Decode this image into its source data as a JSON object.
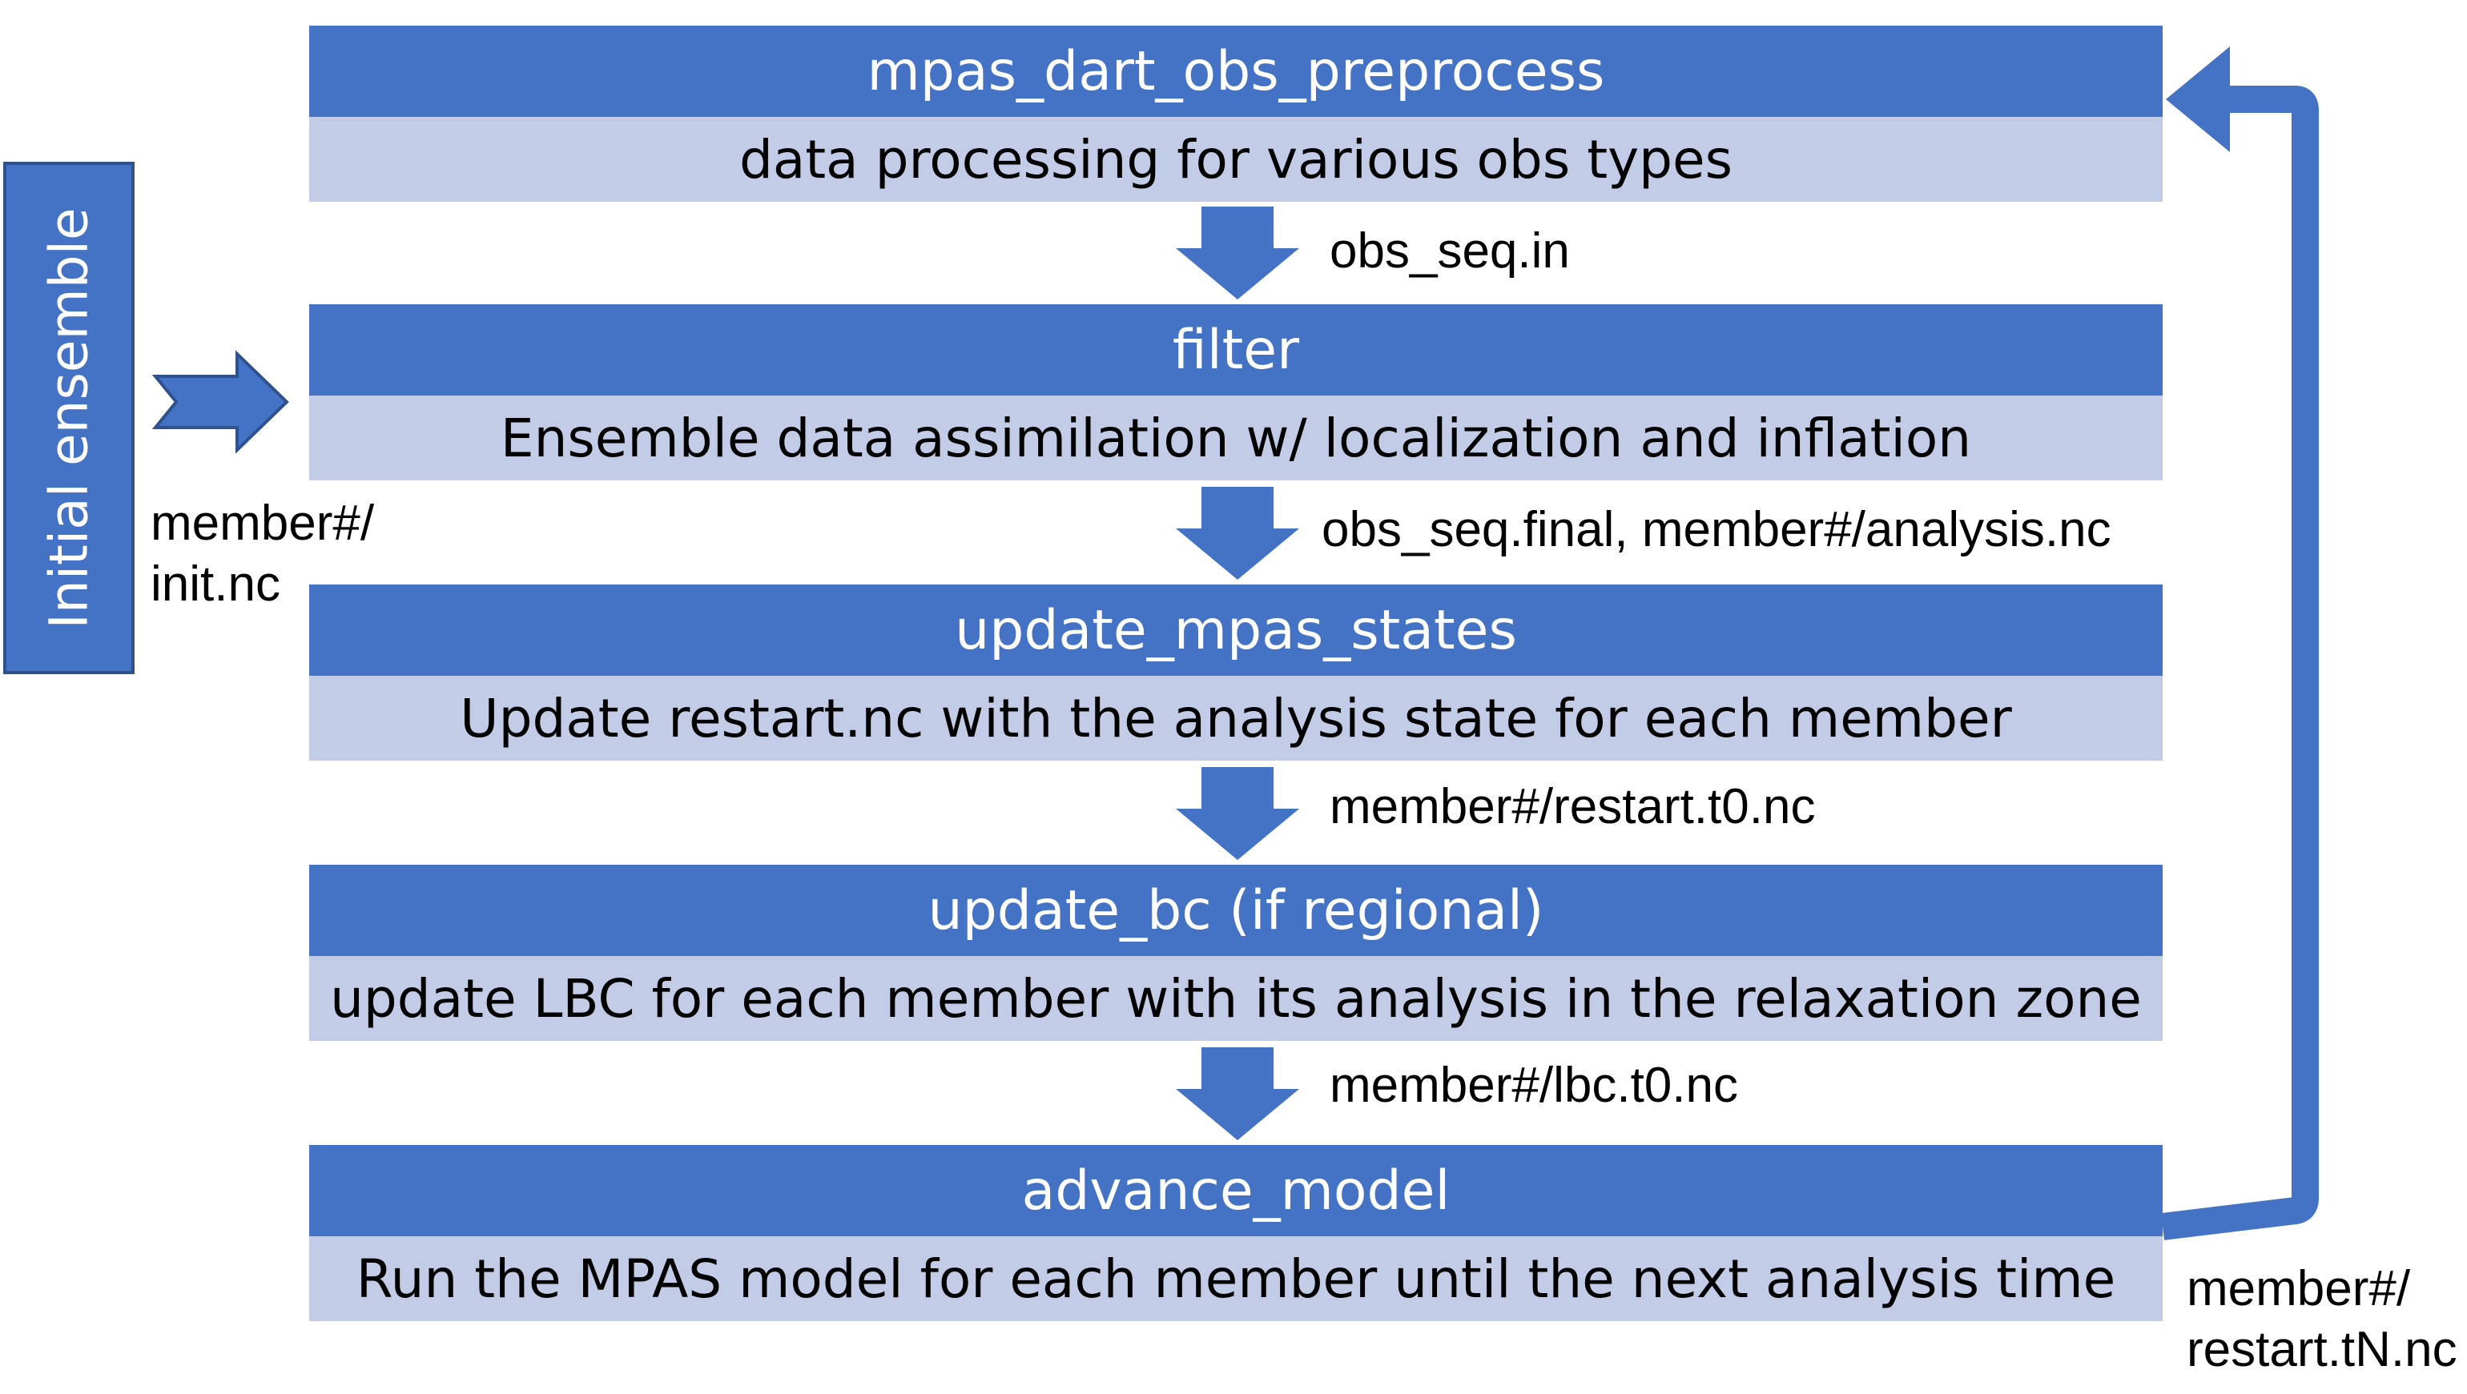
{
  "steps": [
    {
      "title": "mpas_dart_obs_preprocess",
      "description": "data processing for various obs types"
    },
    {
      "title": "filter",
      "description": "Ensemble data assimilation w/ localization and inflation"
    },
    {
      "title": "update_mpas_states",
      "description": "Update restart.nc with the analysis state for each member"
    },
    {
      "title": "update_bc (if regional)",
      "description": "update LBC for each member with its analysis in the relaxation zone"
    },
    {
      "title": "advance_model",
      "description": "Run the MPAS model for each member until the next analysis time"
    }
  ],
  "flow_labels": [
    "obs_seq.in",
    "obs_seq.final, member#/analysis.nc",
    "member#/restart.t0.nc",
    "member#/lbc.t0.nc"
  ],
  "initial_ensemble": {
    "label": "Initial ensemble",
    "file_line1": "member#/",
    "file_line2": "init.nc"
  },
  "cycle": {
    "file_line1": "member#/",
    "file_line2": "restart.tN.nc"
  },
  "colors": {
    "title_bar": "#4472c4",
    "description_bar": "#c3cce6",
    "arrow": "#4472c4",
    "arrow_outline": "#2f528f"
  }
}
